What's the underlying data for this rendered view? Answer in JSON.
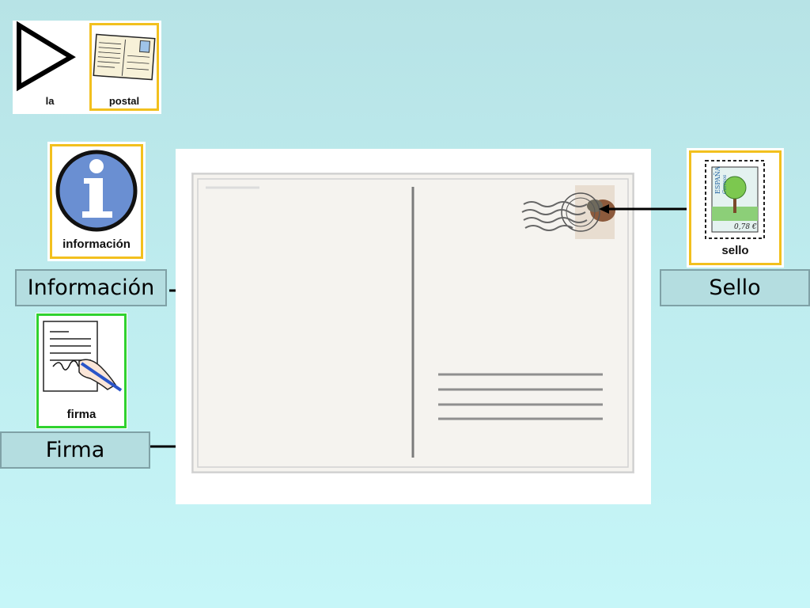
{
  "title_cards": {
    "first": {
      "label": "la",
      "icon": "play-triangle-icon"
    },
    "second": {
      "label": "postal",
      "icon": "postcard-pictogram-icon",
      "border_color": "#f2c01e"
    }
  },
  "cards": {
    "info": {
      "label": "información",
      "icon": "info-icon",
      "border_color": "#f2c01e",
      "icon_color": "#6a8fd2"
    },
    "sello": {
      "label": "sello",
      "icon": "stamp-icon",
      "border_color": "#f2c01e",
      "stamp_country": "ESPAÑA",
      "stamp_subtitle": "Correos",
      "stamp_value": "0,78 €"
    },
    "firma": {
      "label": "firma",
      "icon": "signature-hand-icon",
      "border_color": "#2fd22f"
    }
  },
  "captions": {
    "info": "Información",
    "sello": "Sello",
    "firma": "Firma"
  },
  "postcard": {
    "stamp_icon": "postmark-stamp-icon",
    "address_lines": 4
  }
}
